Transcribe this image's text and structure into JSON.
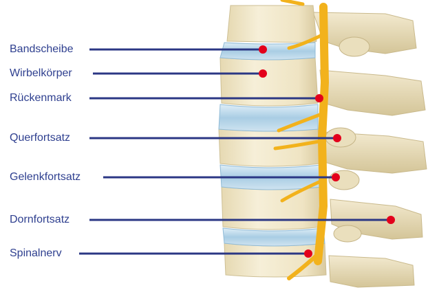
{
  "colors": {
    "label_text": "#2e3f8f",
    "leader_line": "#2b3784",
    "marker_dot": "#e3001b",
    "bone": "#efe4c3",
    "bone_shadow": "#cdbf94",
    "disc": "#bcd7e8",
    "nerve": "#f2b21c"
  },
  "labels": [
    {
      "id": "bandscheibe",
      "text": "Bandscheibe"
    },
    {
      "id": "wirbelkoerper",
      "text": "Wirbelkörper"
    },
    {
      "id": "rueckenmark",
      "text": "Rückenmark"
    },
    {
      "id": "querfortsatz",
      "text": "Querfortsatz"
    },
    {
      "id": "gelenkfortsatz",
      "text": "Gelenkfortsatz"
    },
    {
      "id": "dornfortsatz",
      "text": "Dornfortsatz"
    },
    {
      "id": "spinalnerv",
      "text": "Spinalnerv"
    }
  ]
}
